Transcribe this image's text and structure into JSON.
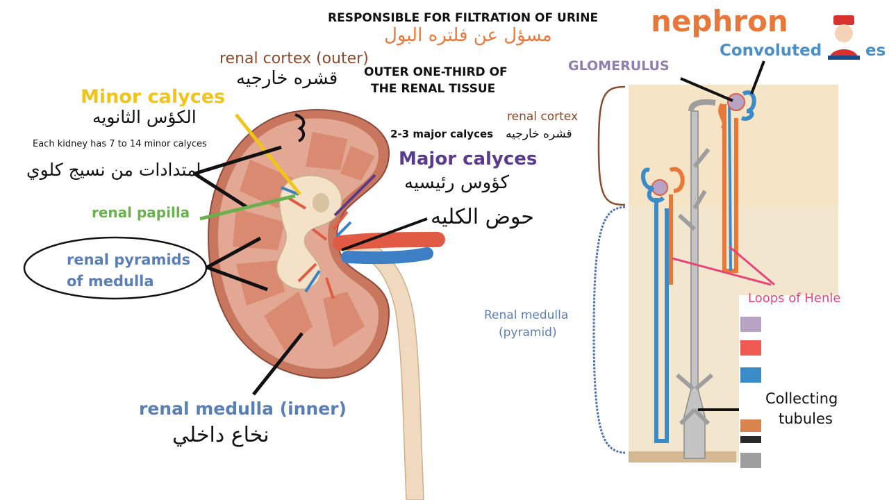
{
  "header": {
    "title_en": "RESPONSIBLE FOR FILTRATION OF URINE",
    "title_ar": "مسؤل عن فلتره البول",
    "nephron_title": "nephron"
  },
  "kidney": {
    "renal_cortex_outer": "renal cortex (outer)",
    "renal_cortex_outer_ar": "قشره خارجيه",
    "outer_third_line1": "OUTER ONE-THIRD OF",
    "outer_third_line2": "THE RENAL TISSUE",
    "minor_calyces": "Minor calyces",
    "minor_calyces_ar": "الكؤس الثانويه",
    "minor_calyces_note": "Each kidney has 7 to 14 minor calyces",
    "extensions_ar": "امتدادات من نسيج كلوي",
    "renal_papilla": "renal papilla",
    "renal_pyramids_line1": "renal pyramids",
    "renal_pyramids_line2": "of medulla",
    "major_calyces_note": "2-3 major calyces",
    "major_calyces": "Major calyces",
    "major_calyces_ar": "كؤوس رئيسيه",
    "renal_pelvis_ar": "حوض الكليه",
    "renal_cortex": "renal cortex",
    "renal_cortex_ar": "قشره خارجيه",
    "renal_medulla_inner": "renal  medulla (inner)",
    "renal_medulla_inner_ar": "نخاع داخلي"
  },
  "nephron": {
    "glomerulus": "GLOMERULUS",
    "convoluted": "Convoluted",
    "convoluted_suffix": "es",
    "loops_of_henle": "Loops  of Henle",
    "renal_medulla_line1": "Renal medulla",
    "renal_medulla_line2": "(pyramid)",
    "collecting_line1": "Collecting",
    "collecting_line2": "tubules"
  },
  "legend_swatches": [
    "#b8a3c4",
    "#ee5a52",
    "#3a8cc8",
    "#d9844e",
    "#2a2a2a",
    "#9e9e9e"
  ],
  "colors": {
    "orange": "#e8783a",
    "brown": "#8b4a2b",
    "yellow": "#f0c419",
    "green": "#6ab04c",
    "blue": "#5a7fb5",
    "purple": "#5a3a8c",
    "lavender": "#8e7fb0",
    "pink": "#e6457a",
    "steelblue": "#4a90c8"
  },
  "logo": {
    "icon": "doctor-mascot-icon"
  }
}
